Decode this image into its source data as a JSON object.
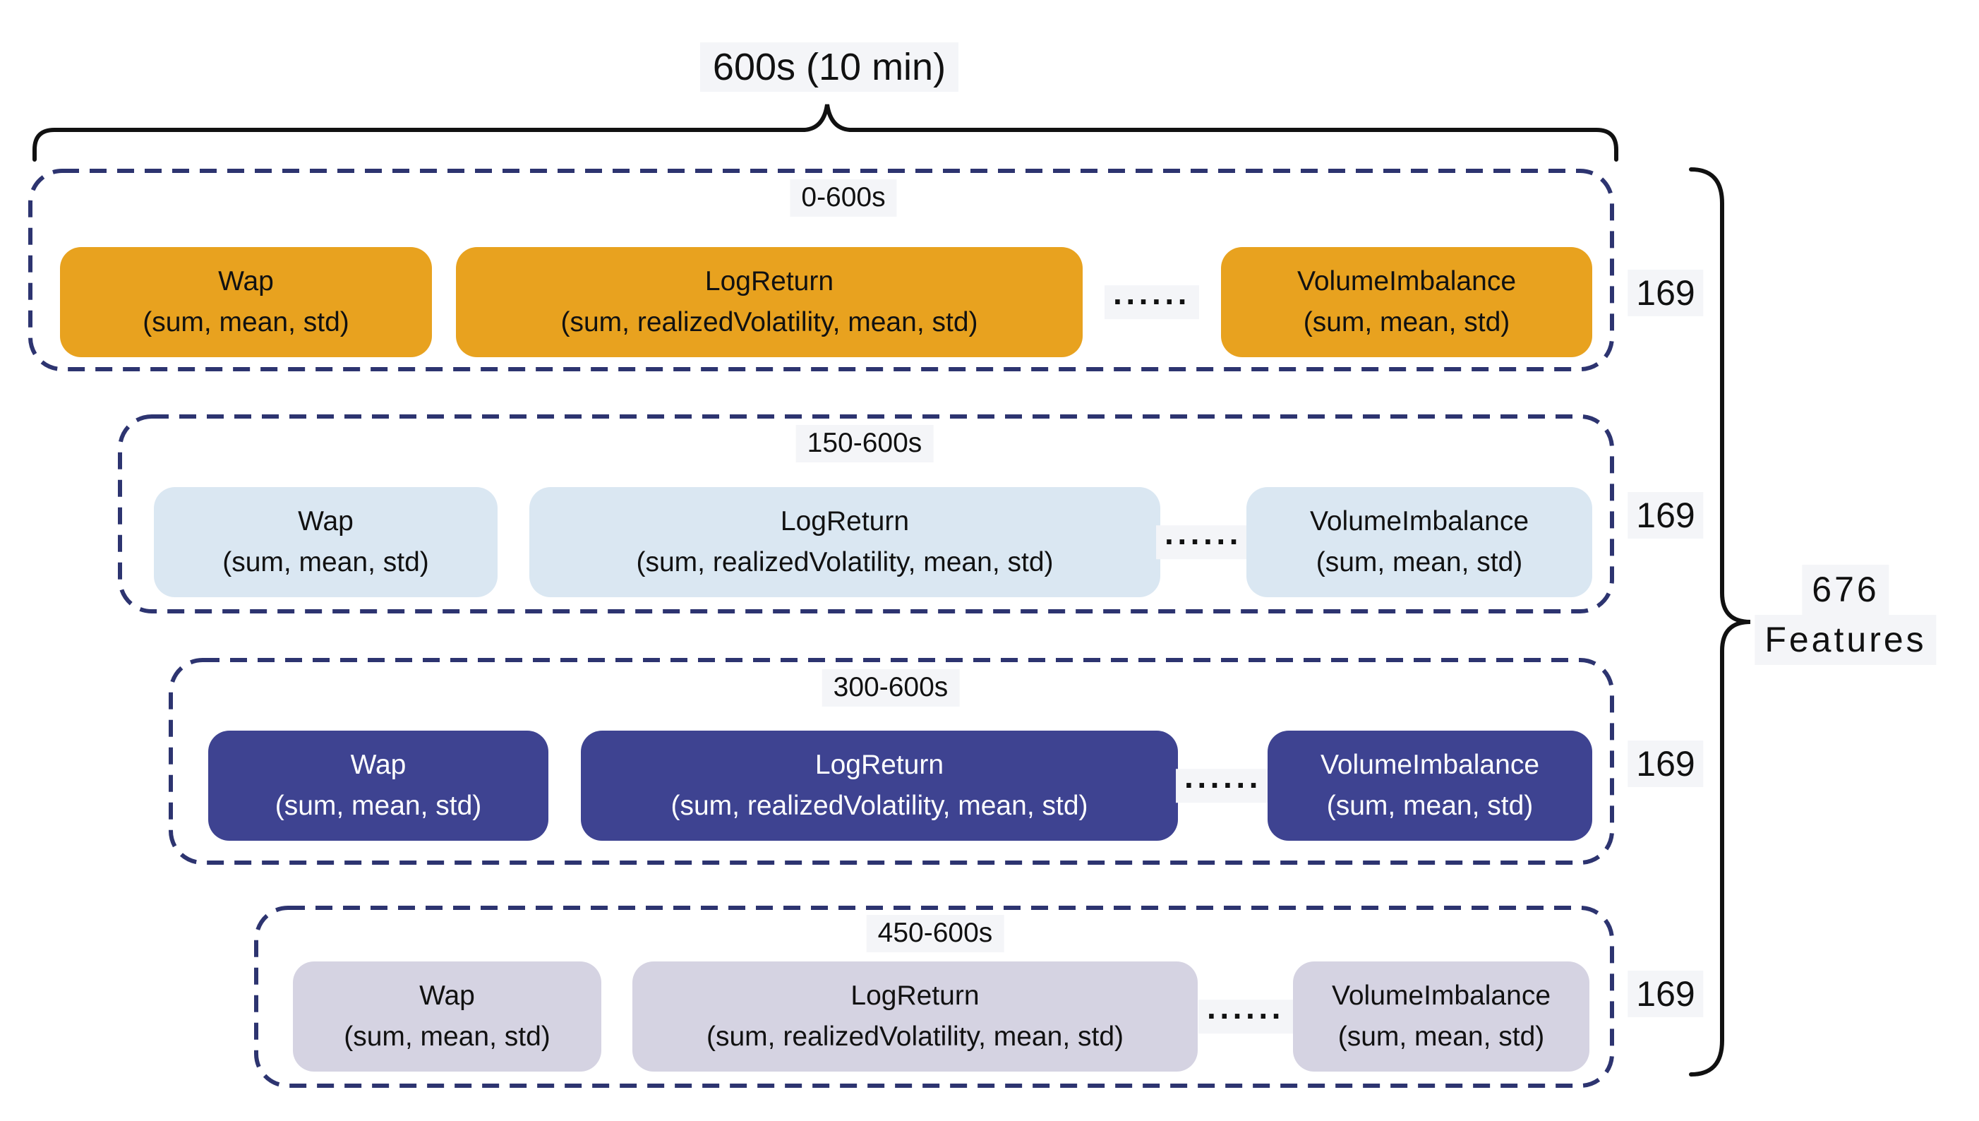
{
  "header": {
    "duration_label": "600s (10 min)"
  },
  "summary": {
    "total_line1": "676",
    "total_line2": "Features"
  },
  "rows": [
    {
      "window": "0-600s",
      "feature_count": "169",
      "dots": "······",
      "box_color": "#E8A21F",
      "text_color": "#111111",
      "boxes": [
        {
          "name": "Wap",
          "stats": "(sum, mean, std)"
        },
        {
          "name": "LogReturn",
          "stats": "(sum, realizedVolatility, mean, std)"
        },
        {
          "name": "VolumeImbalance",
          "stats": "(sum, mean, std)"
        }
      ]
    },
    {
      "window": "150-600s",
      "feature_count": "169",
      "dots": "······",
      "box_color": "#DAE7F2",
      "text_color": "#111111",
      "boxes": [
        {
          "name": "Wap",
          "stats": "(sum, mean, std)"
        },
        {
          "name": "LogReturn",
          "stats": "(sum, realizedVolatility, mean, std)"
        },
        {
          "name": "VolumeImbalance",
          "stats": "(sum, mean, std)"
        }
      ]
    },
    {
      "window": "300-600s",
      "feature_count": "169",
      "dots": "······",
      "box_color": "#3E4391",
      "text_color": "#FFFFFF",
      "boxes": [
        {
          "name": "Wap",
          "stats": "(sum, mean, std)"
        },
        {
          "name": "LogReturn",
          "stats": "(sum, realizedVolatility, mean, std)"
        },
        {
          "name": "VolumeImbalance",
          "stats": "(sum, mean, std)"
        }
      ]
    },
    {
      "window": "450-600s",
      "feature_count": "169",
      "dots": "······",
      "box_color": "#D5D3E2",
      "text_color": "#111111",
      "boxes": [
        {
          "name": "Wap",
          "stats": "(sum, mean, std)"
        },
        {
          "name": "LogReturn",
          "stats": "(sum, realizedVolatility, mean, std)"
        },
        {
          "name": "VolumeImbalance",
          "stats": "(sum, mean, std)"
        }
      ]
    }
  ],
  "colors": {
    "orange": "#E8A21F",
    "lightblue": "#DAE7F2",
    "navy": "#3E4391",
    "lavender": "#D5D3E2",
    "dash": "#2D3470",
    "brace": "#111111",
    "label_bg": "#F4F5F8"
  }
}
